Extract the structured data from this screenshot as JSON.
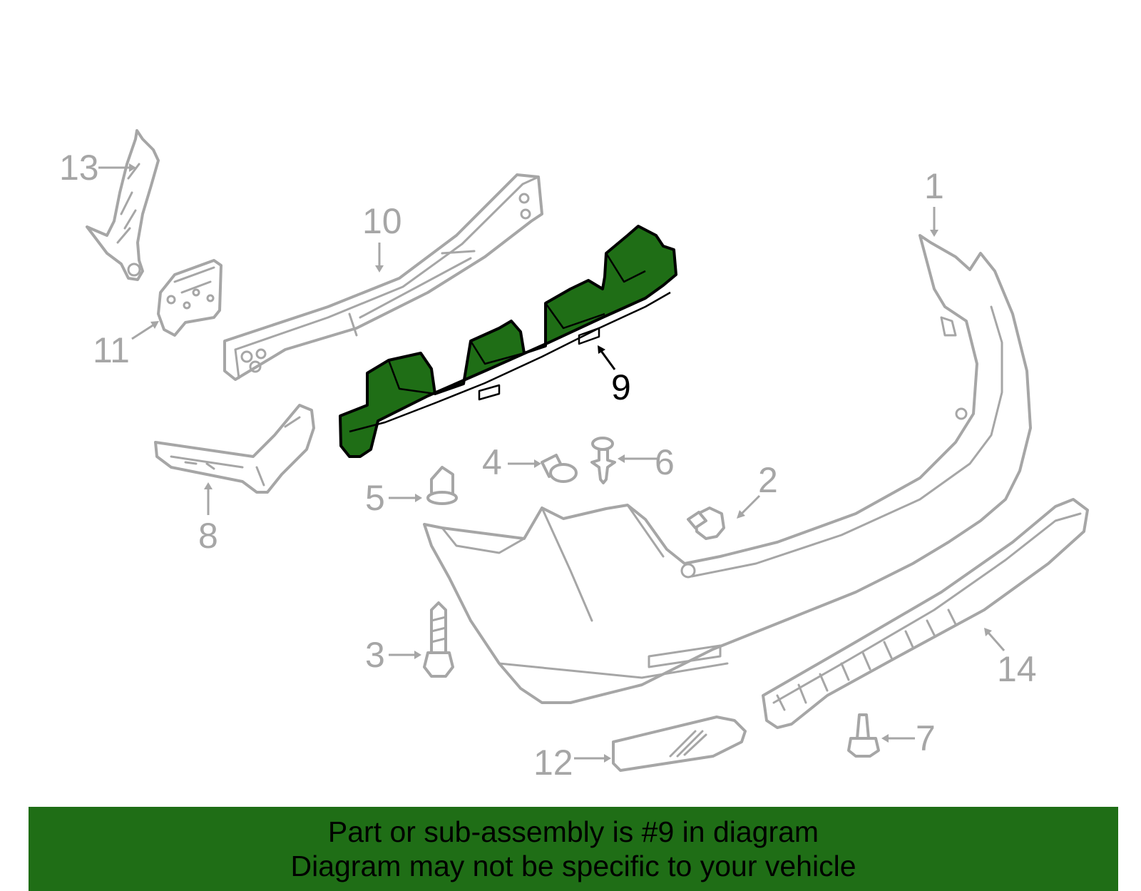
{
  "colors": {
    "highlight": "#1f6e16",
    "part_outline": "#a6a6a6",
    "callout_text": "#a6a6a6",
    "selected_callout_text": "#000000",
    "banner_background": "#1f6e16",
    "banner_text": "#000000"
  },
  "highlighted_part": "9",
  "callouts": [
    {
      "id": "1",
      "label": "1"
    },
    {
      "id": "2",
      "label": "2"
    },
    {
      "id": "3",
      "label": "3"
    },
    {
      "id": "4",
      "label": "4"
    },
    {
      "id": "5",
      "label": "5"
    },
    {
      "id": "6",
      "label": "6"
    },
    {
      "id": "7",
      "label": "7"
    },
    {
      "id": "8",
      "label": "8"
    },
    {
      "id": "9",
      "label": "9"
    },
    {
      "id": "10",
      "label": "10"
    },
    {
      "id": "11",
      "label": "11"
    },
    {
      "id": "12",
      "label": "12"
    },
    {
      "id": "13",
      "label": "13"
    },
    {
      "id": "14",
      "label": "14"
    }
  ],
  "banner": {
    "line1": "Part or sub-assembly is #9 in diagram",
    "line2": "Diagram may not be specific to your vehicle"
  }
}
